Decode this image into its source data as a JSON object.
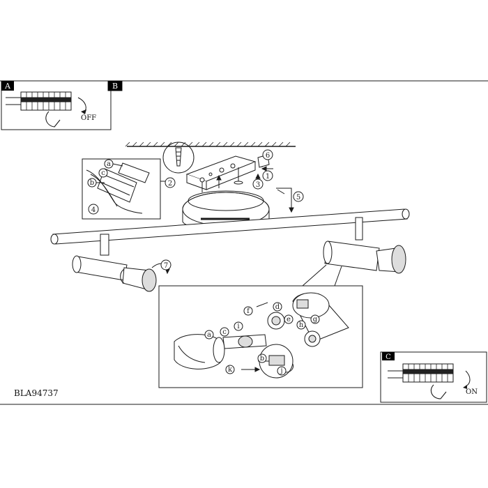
{
  "panels": {
    "a": {
      "label": "A",
      "note": "OFF"
    },
    "b": {
      "label": "B"
    },
    "c": {
      "label": "C",
      "note": "ON"
    }
  },
  "model_code": "BLA94737",
  "callouts": [
    "a",
    "b",
    "c",
    "d",
    "e",
    "f",
    "g",
    "h",
    "i",
    "j",
    "k"
  ],
  "steps": [
    "1",
    "2",
    "3",
    "4",
    "5",
    "6",
    "7"
  ],
  "colors": {
    "line": "#1a1a1a",
    "background": "#ffffff",
    "label_fill": "#000000"
  }
}
